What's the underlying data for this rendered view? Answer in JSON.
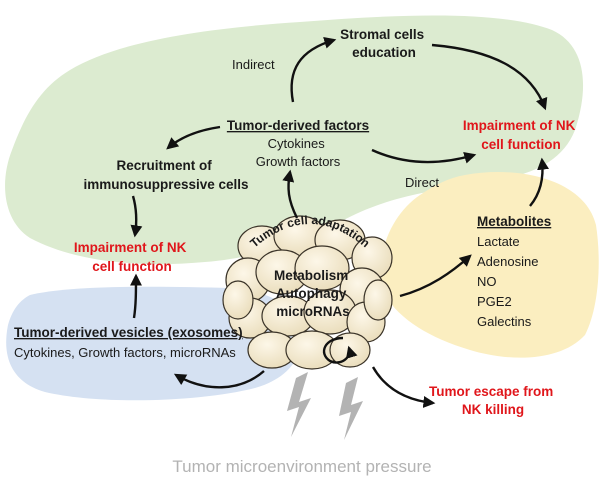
{
  "colors": {
    "green_region": "#dcebd0",
    "yellow_region": "#fbeec0",
    "blue_region": "#d5e1f2",
    "cell_fill": "#f6ecd4",
    "cell_stroke": "#3a3328",
    "red_text": "#e0161b",
    "pressure_gray": "#b3b3b3"
  },
  "nodes": {
    "stromal": [
      "Stromal cells",
      "education"
    ],
    "indirect": "Indirect",
    "direct": "Direct",
    "impairment_right": [
      "Impairment of NK",
      "cell function"
    ],
    "tumor_factors": {
      "title": "Tumor-derived factors",
      "items": [
        "Cytokines",
        "Growth factors"
      ]
    },
    "recruitment": [
      "Recruitment of",
      "immunosuppressive cells"
    ],
    "impairment_left": [
      "Impairment of NK",
      "cell function"
    ],
    "metabolites": {
      "title": "Metabolites",
      "items": [
        "Lactate",
        "Adenosine",
        "NO",
        "PGE2",
        "Galectins"
      ]
    },
    "tumor_cell_adaptation": "Tumor cell adaptation",
    "core": [
      "Metabolism",
      "Autophagy",
      "microRNAs"
    ],
    "vesicles": {
      "title": "Tumor-derived vesicles (exosomes)",
      "items": "Cytokines, Growth factors, microRNAs"
    },
    "escape": [
      "Tumor escape from",
      "NK killing"
    ],
    "pressure": "Tumor microenvironment pressure"
  }
}
